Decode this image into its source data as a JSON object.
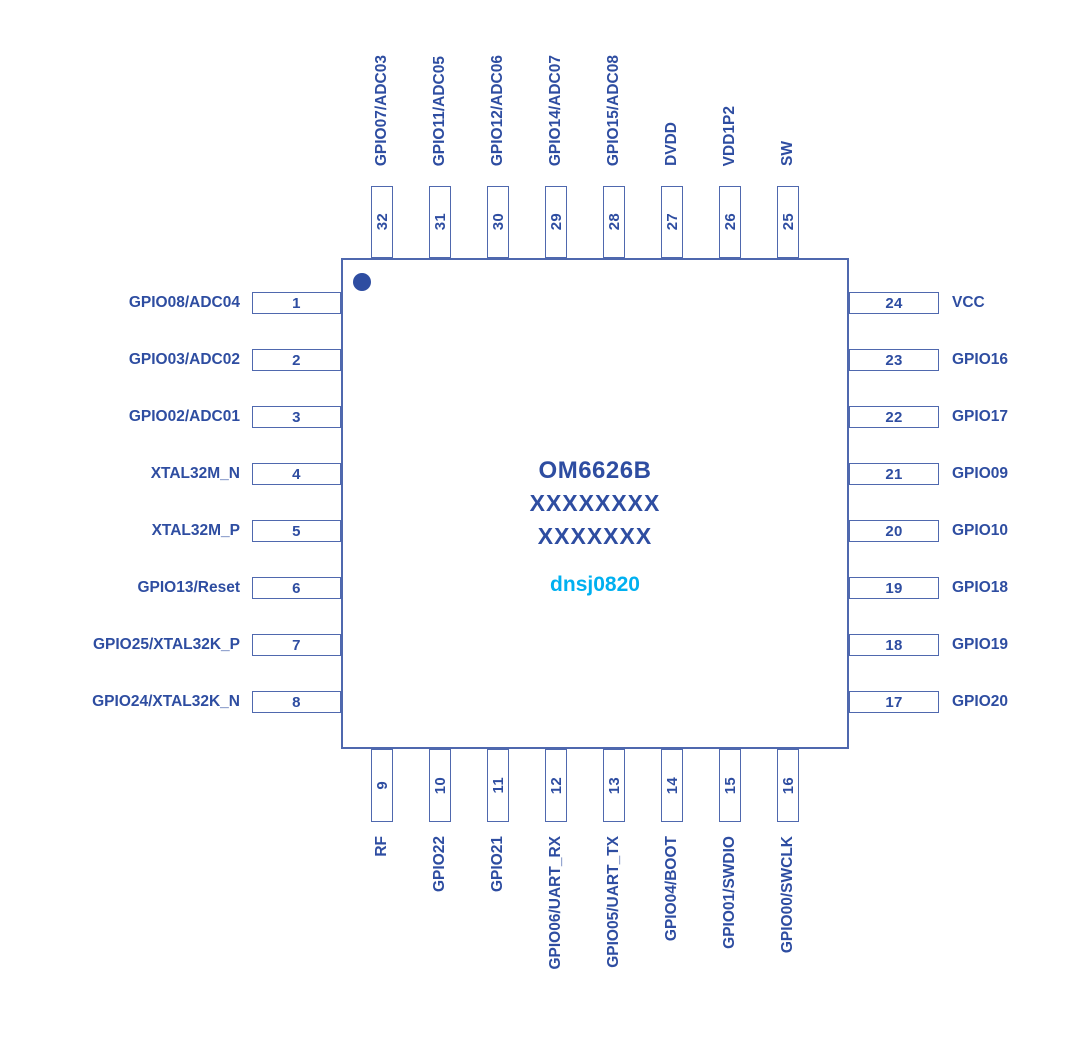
{
  "chip": {
    "part_number": "OM6626B",
    "marking_line1": "XXXXXXXX",
    "marking_line2": "XXXXXXX",
    "watermark": "dnsj0820"
  },
  "colors": {
    "primary_blue": "#2e4da1",
    "line_blue": "#4f68ae",
    "watermark_cyan": "#00b0f0",
    "background": "#ffffff"
  },
  "pins": {
    "left": [
      {
        "num": "1",
        "label": "GPIO08/ADC04"
      },
      {
        "num": "2",
        "label": "GPIO03/ADC02"
      },
      {
        "num": "3",
        "label": "GPIO02/ADC01"
      },
      {
        "num": "4",
        "label": "XTAL32M_N"
      },
      {
        "num": "5",
        "label": "XTAL32M_P"
      },
      {
        "num": "6",
        "label": "GPIO13/Reset"
      },
      {
        "num": "7",
        "label": "GPIO25/XTAL32K_P"
      },
      {
        "num": "8",
        "label": "GPIO24/XTAL32K_N"
      }
    ],
    "right": [
      {
        "num": "24",
        "label": "VCC"
      },
      {
        "num": "23",
        "label": "GPIO16"
      },
      {
        "num": "22",
        "label": "GPIO17"
      },
      {
        "num": "21",
        "label": "GPIO09"
      },
      {
        "num": "20",
        "label": "GPIO10"
      },
      {
        "num": "19",
        "label": "GPIO18"
      },
      {
        "num": "18",
        "label": "GPIO19"
      },
      {
        "num": "17",
        "label": "GPIO20"
      }
    ],
    "top": [
      {
        "num": "32",
        "label": "GPIO07/ADC03"
      },
      {
        "num": "31",
        "label": "GPIO11/ADC05"
      },
      {
        "num": "30",
        "label": "GPIO12/ADC06"
      },
      {
        "num": "29",
        "label": "GPIO14/ADC07"
      },
      {
        "num": "28",
        "label": "GPIO15/ADC08"
      },
      {
        "num": "27",
        "label": "DVDD"
      },
      {
        "num": "26",
        "label": "VDD1P2"
      },
      {
        "num": "25",
        "label": "SW"
      }
    ],
    "bottom": [
      {
        "num": "9",
        "label": "RF"
      },
      {
        "num": "10",
        "label": "GPIO22"
      },
      {
        "num": "11",
        "label": "GPIO21"
      },
      {
        "num": "12",
        "label": "GPIO06/UART_RX"
      },
      {
        "num": "13",
        "label": "GPIO05/UART_TX"
      },
      {
        "num": "14",
        "label": "GPIO04/BOOT"
      },
      {
        "num": "15",
        "label": "GPIO01/SWDIO"
      },
      {
        "num": "16",
        "label": "GPIO00/SWCLK"
      }
    ]
  }
}
